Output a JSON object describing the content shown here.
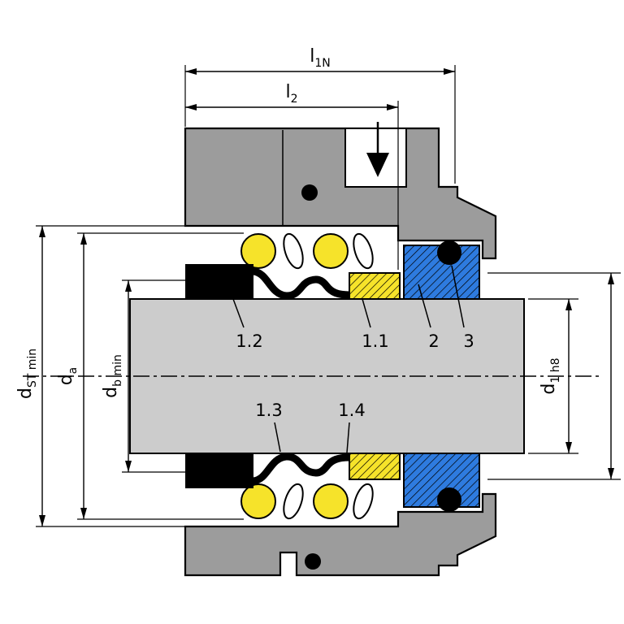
{
  "diagram": {
    "type": "technical-drawing",
    "subject": "mechanical seal cross-section",
    "colors": {
      "background": "#ffffff",
      "housing": "#9c9c9c",
      "shaft": "#cccccc",
      "spring": "#f6e32a",
      "seal_face": "#f6e32a",
      "seat": "#2e7bdf",
      "elastomer": "#000000",
      "line": "#000000"
    },
    "dimension_labels": {
      "l1n": {
        "base": "l",
        "sub": "1N"
      },
      "l2": {
        "base": "l",
        "sub": "2"
      },
      "d_st_min": {
        "base": "d",
        "sub": "ST min"
      },
      "d_a": {
        "base": "d",
        "sub": "a"
      },
      "d_b_min": {
        "base": "d",
        "sub": "b min"
      },
      "d_1_h8": {
        "base": "d",
        "sub": "1 h8"
      }
    },
    "part_labels": {
      "item_1_2": "1.2",
      "item_1_1": "1.1",
      "item_2": "2",
      "item_3": "3",
      "item_1_3": "1.3",
      "item_1_4": "1.4"
    }
  }
}
